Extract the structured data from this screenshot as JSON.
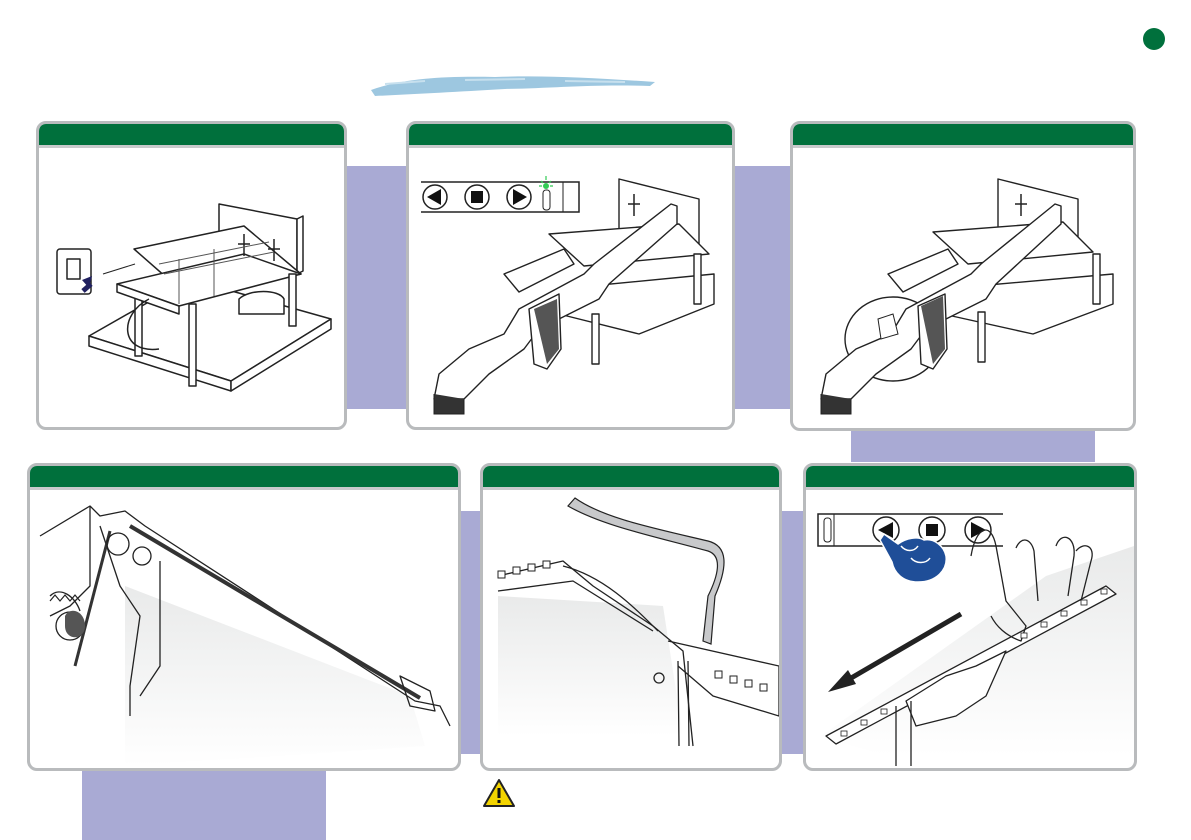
{
  "page": {
    "section_marker_color": "#00703c",
    "accent_band_color": "#a9aad4",
    "header_color": "#00703c",
    "brush_color": "#9dc7e0"
  },
  "panels": [
    {
      "id": "step-1",
      "title": "",
      "content": "power-switch-on-feeder-cart"
    },
    {
      "id": "step-2",
      "title": "",
      "content": "feeder-control-buttons-with-green-led"
    },
    {
      "id": "step-3",
      "title": "",
      "content": "feeder-with-tape-reel-mounted"
    },
    {
      "id": "step-4",
      "title": "",
      "content": "tape-path-threading"
    },
    {
      "id": "step-5",
      "title": "",
      "content": "cover-tape-insertion"
    },
    {
      "id": "step-6",
      "title": "",
      "content": "press-reverse-button-pull-tape"
    }
  ],
  "controls": {
    "reverse_icon": "left-triangle-icon",
    "stop_icon": "square-stop-icon",
    "forward_icon": "right-triangle-icon",
    "led_icon": "green-led-icon"
  },
  "warning": {
    "icon": "warning-triangle-icon",
    "text": ""
  }
}
